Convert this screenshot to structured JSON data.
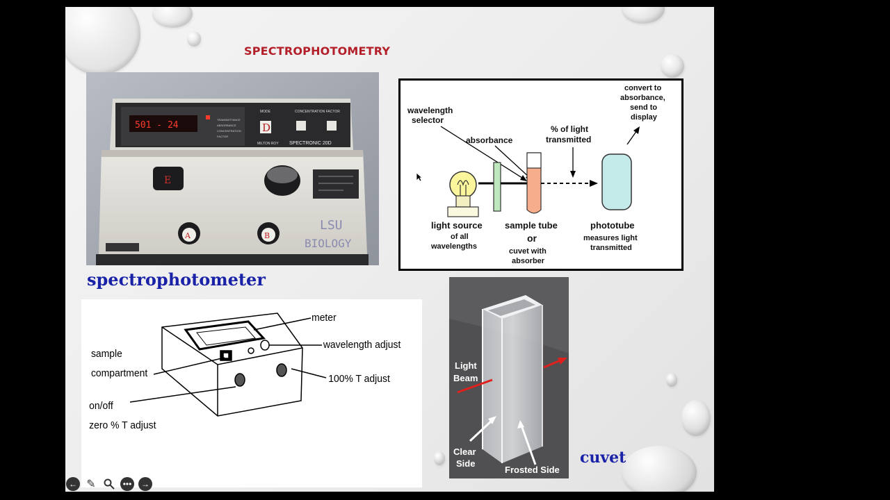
{
  "slide": {
    "title": "SPECTROPHOTOMETRY",
    "caption_spectrophotometer": "spectrophotometer",
    "caption_cuvet": "cuvet"
  },
  "photo": {
    "brand": "MILTON ROY",
    "model": "SPECTRONIC 20D",
    "mode_label": "MODE",
    "factor_label": "CONCENTRATION FACTOR",
    "knob_d": "D",
    "knob_e": "E",
    "knob_a": "A",
    "knob_b": "B",
    "display": "501  -  24",
    "sticker_line1": "LSU",
    "sticker_line2": "BIOLOGY"
  },
  "diagram": {
    "wavelength_selector_1": "wavelength",
    "wavelength_selector_2": "selector",
    "absorbance": "absorbance",
    "pct_light_1": "% of light",
    "pct_light_2": "transmitted",
    "convert_1": "convert to",
    "convert_2": "absorbance,",
    "convert_3": "send to",
    "convert_4": "display",
    "light_source_1": "light source",
    "light_source_2": "of all",
    "light_source_3": "wavelengths",
    "sample_tube_1": "sample tube",
    "sample_tube_2": "or",
    "sample_tube_3": "cuvet with",
    "sample_tube_4": "absorber",
    "phototube_1": "phototube",
    "phototube_2": "measures light",
    "phototube_3": "transmitted"
  },
  "schematic": {
    "meter": "meter",
    "wavelength_adjust": "wavelength adjust",
    "sample_1": "sample",
    "sample_2": "compartment",
    "t_adjust": "100% T adjust",
    "onoff": "on/off",
    "zero": "zero % T adjust"
  },
  "cuvet": {
    "light_beam_1": "Light",
    "light_beam_2": "Beam",
    "clear_1": "Clear",
    "clear_2": "Side",
    "frosted": "Frosted Side"
  },
  "toolbar": {
    "prev_icon": "arrow-left-icon",
    "pen_icon": "pen-icon",
    "zoom_icon": "magnifier-icon",
    "more_icon": "ellipsis-icon",
    "next_icon": "arrow-right-icon"
  }
}
